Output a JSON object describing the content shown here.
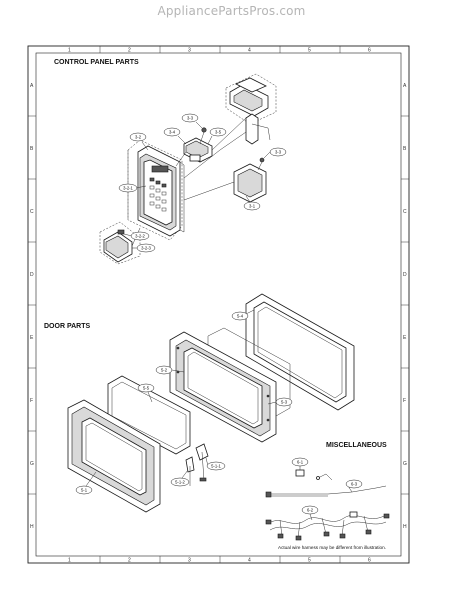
{
  "watermark": "AppliancePartsPros.com",
  "sections": {
    "control_panel": "CONTROL PANEL PARTS",
    "door": "DOOR PARTS",
    "misc": "MISCELLANEOUS"
  },
  "note": "Actual wire harness may be different from illustration.",
  "grid": {
    "columns": [
      "1",
      "2",
      "3",
      "4",
      "5",
      "6"
    ],
    "rows": [
      "A",
      "B",
      "C",
      "D",
      "E",
      "F",
      "G",
      "H"
    ]
  },
  "callouts": {
    "c3_2": "3-2",
    "c3_4": "3-4",
    "c3_3a": "3-3",
    "c3_5": "3-5",
    "c3_3b": "3-3",
    "c3_2_1": "3-2-1",
    "c3_1": "3-1",
    "c3_2_2": "3-2-2",
    "c3_2_3": "3-2-3",
    "c5_4": "5-4",
    "c5_2": "5-2",
    "c5_3": "5-3",
    "c5_5": "5-5",
    "c5_1": "5-1",
    "c5_1_1": "5-1-1",
    "c5_1_2": "5-1-2",
    "c6_1": "6-1",
    "c6_2": "6-2",
    "c6_3": "6-3"
  }
}
